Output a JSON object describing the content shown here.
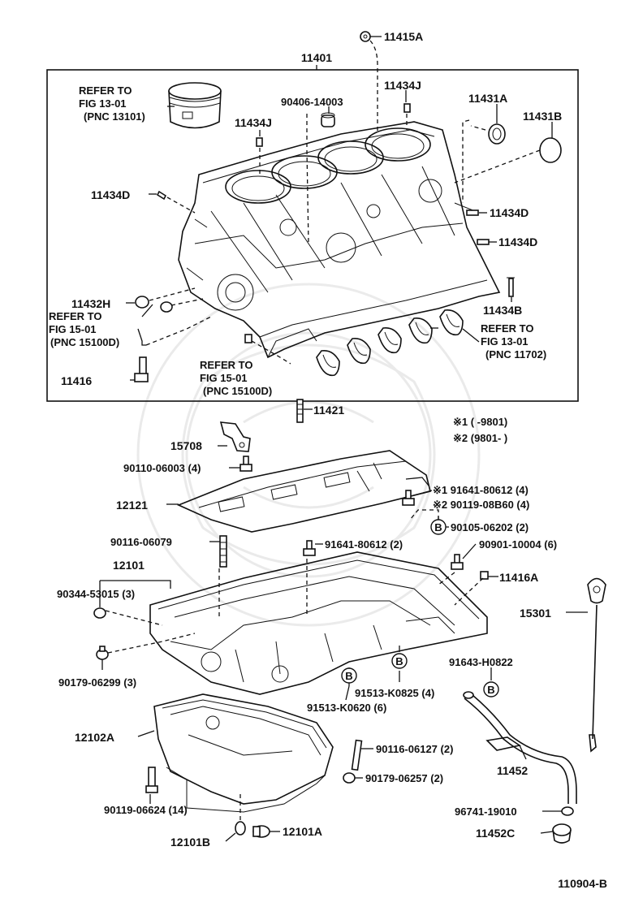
{
  "diagram_id": "110904-B",
  "assembly_label": "11401",
  "notes": {
    "note1": "※1 (       -9801)",
    "note2": "※2 (9801-        )"
  },
  "refer": {
    "piston": [
      "REFER TO",
      "FIG 13-01",
      "(PNC 13101)"
    ],
    "left": [
      "REFER TO",
      "FIG 15-01",
      "(PNC 15100D)"
    ],
    "bottom": [
      "REFER TO",
      "FIG 15-01",
      "(PNC 15100D)"
    ],
    "bearing": [
      "REFER TO",
      "FIG 13-01",
      "(PNC 11702)"
    ]
  },
  "parts": {
    "p11415A": "11415A",
    "p90406": "90406-14003",
    "p11434J_a": "11434J",
    "p11434J_b": "11434J",
    "p11431A": "11431A",
    "p11431B": "11431B",
    "p11434D_left": "11434D",
    "p11434D_r1": "11434D",
    "p11434D_r2": "11434D",
    "p11432H": "11432H",
    "p11434B": "11434B",
    "p11416": "11416",
    "p11421": "11421",
    "p15708": "15708",
    "p90110": "90110-06003 (4)",
    "p12121": "12121",
    "p91641a": "※1 91641-80612 (4)",
    "p90119a": "※2 90119-08B60 (4)",
    "p90105": "90105-06202 (2)",
    "p90116a": "90116-06079",
    "p91641b": "91641-80612 (2)",
    "p90901": "90901-10004 (6)",
    "p12101": "12101",
    "p11416A": "11416A",
    "p90344": "90344-53015 (3)",
    "p15301": "15301",
    "p90179a": "90179-06299 (3)",
    "p91513a": "91513-K0825 (4)",
    "p91513b": "91513-K0620 (6)",
    "p91643": "91643-H0822",
    "p12102A": "12102A",
    "p90116b": "90116-06127 (2)",
    "p11452": "11452",
    "p90179b": "90179-06257 (2)",
    "p90119b": "90119-06624 (14)",
    "p96741": "96741-19010",
    "p12101B": "12101B",
    "p12101A": "12101A",
    "p11452C": "11452C"
  },
  "callout_letter": "B"
}
